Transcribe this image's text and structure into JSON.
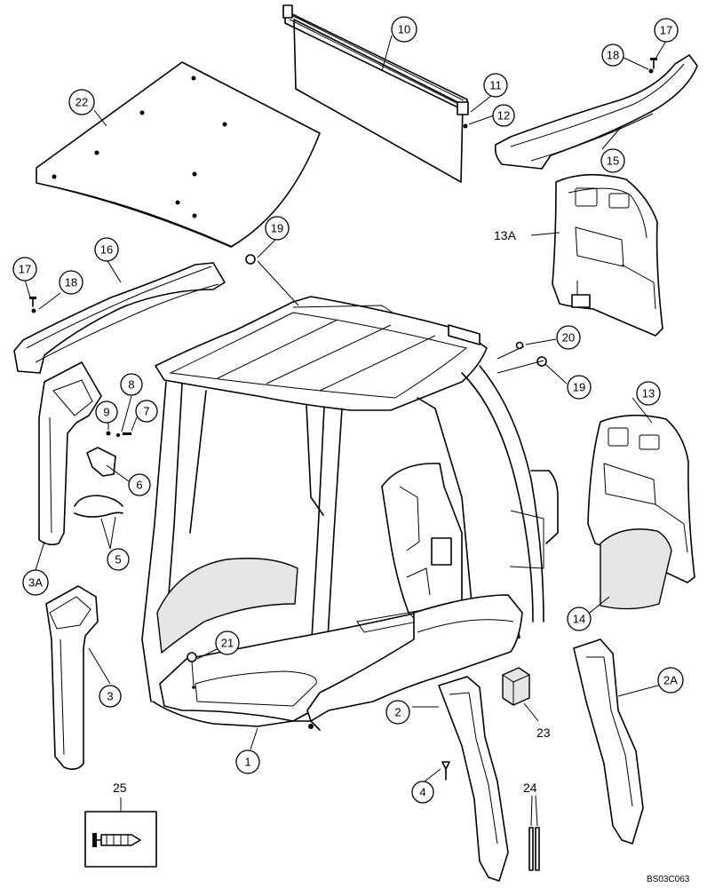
{
  "figure_ref": "BS03C063",
  "callouts": [
    {
      "label": "1"
    },
    {
      "label": "2"
    },
    {
      "label": "2A"
    },
    {
      "label": "3"
    },
    {
      "label": "3A"
    },
    {
      "label": "4"
    },
    {
      "label": "5"
    },
    {
      "label": "6"
    },
    {
      "label": "7"
    },
    {
      "label": "8"
    },
    {
      "label": "9"
    },
    {
      "label": "10"
    },
    {
      "label": "11"
    },
    {
      "label": "12"
    },
    {
      "label": "13"
    },
    {
      "label": "14"
    },
    {
      "label": "15"
    },
    {
      "label": "16"
    },
    {
      "label": "17"
    },
    {
      "label": "18"
    },
    {
      "label": "17"
    },
    {
      "label": "18"
    },
    {
      "label": "19"
    },
    {
      "label": "19"
    },
    {
      "label": "20"
    },
    {
      "label": "21"
    },
    {
      "label": "22"
    }
  ],
  "plain_labels": [
    {
      "label": "13A"
    },
    {
      "label": "23"
    },
    {
      "label": "24"
    },
    {
      "label": "25"
    }
  ],
  "parts": [
    {
      "name": "roof-panel-icon"
    },
    {
      "name": "sunshade-icon"
    },
    {
      "name": "cab-frame-icon"
    }
  ]
}
